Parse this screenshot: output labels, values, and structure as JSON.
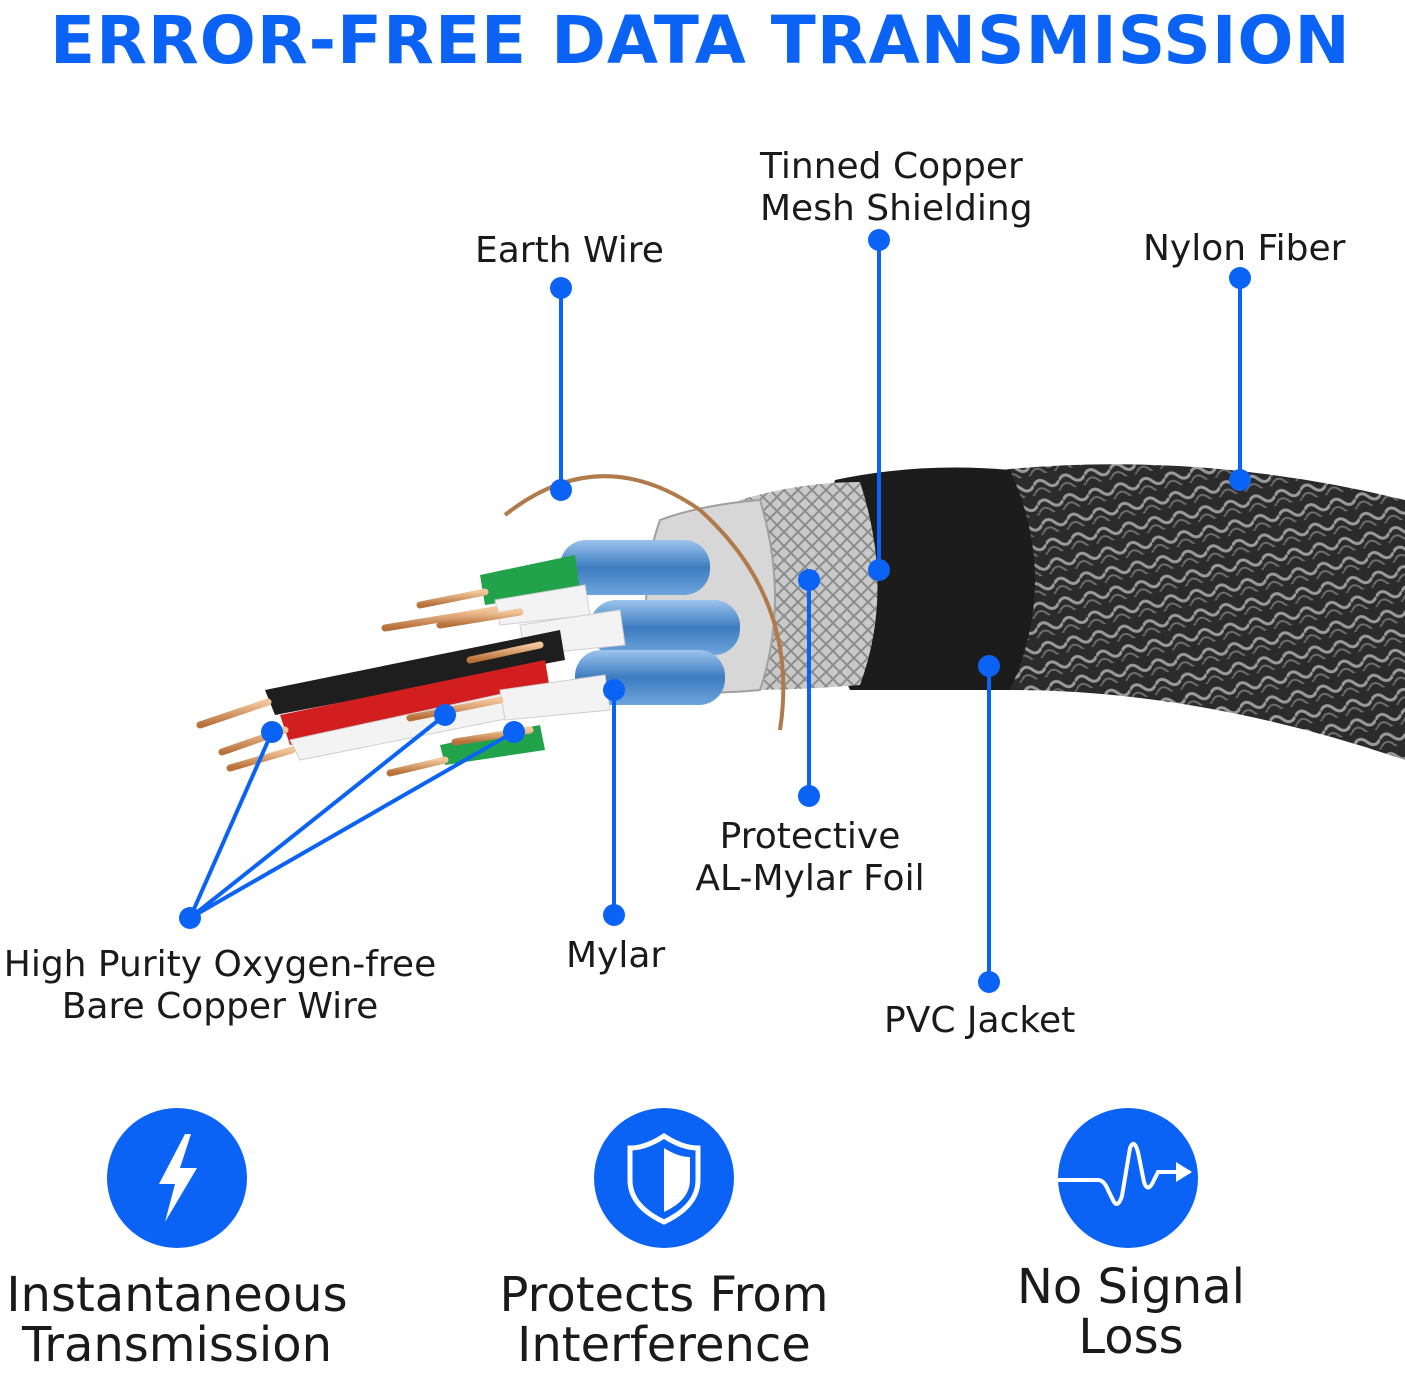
{
  "title": "ERROR-FREE DATA TRANSMISSION",
  "labels": {
    "earth_wire": "Earth Wire",
    "tinned_copper": [
      "Tinned Copper",
      "Mesh Shielding"
    ],
    "nylon_fiber": "Nylon Fiber",
    "protective_foil": [
      "Protective",
      "AL-Mylar Foil"
    ],
    "pvc_jacket": "PVC Jacket",
    "mylar": "Mylar",
    "copper_wire": [
      "High Purity Oxygen-free",
      "Bare Copper Wire"
    ]
  },
  "features": [
    {
      "icon": "lightning-bolt-icon",
      "lines": [
        "Instantaneous",
        "Transmission"
      ]
    },
    {
      "icon": "shield-icon",
      "lines": [
        "Protects From",
        "Interference"
      ]
    },
    {
      "icon": "signal-wave-icon",
      "lines": [
        "No Signal",
        "Loss"
      ]
    }
  ],
  "colors": {
    "accent": "#0b63f6",
    "jacket": "#1c1c1c",
    "copper": "#d08a52",
    "foil_blue": "#4a86c5"
  }
}
